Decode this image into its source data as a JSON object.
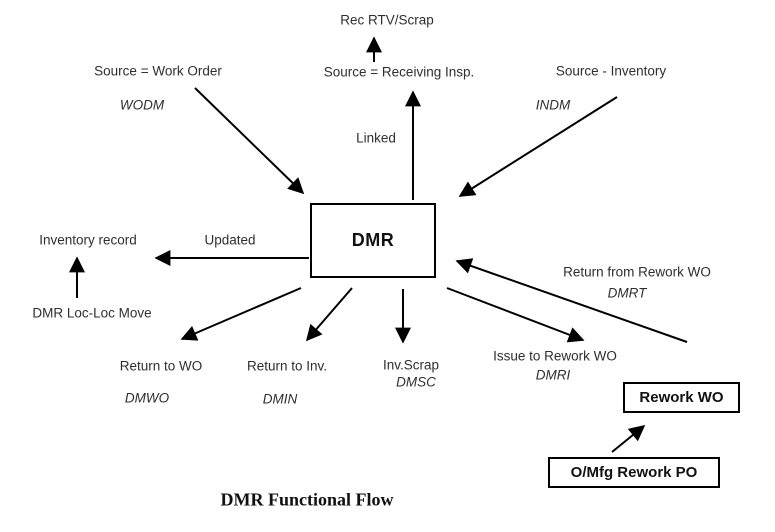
{
  "diagram": {
    "title": "DMR Functional Flow",
    "colors": {
      "ink": "#2f2f2f",
      "line": "#000000",
      "background": "#ffffff"
    },
    "boxes": {
      "dmr": "DMR",
      "rework_wo": "Rework WO",
      "omfg_rework_po": "O/Mfg Rework PO"
    },
    "sources": {
      "work_order": {
        "label": "Source = Work Order",
        "code": "WODM"
      },
      "receiving_insp": {
        "label": "Source = Receiving Insp.",
        "arrow_label": "Linked",
        "output": "Rec RTV/Scrap"
      },
      "inventory": {
        "label": "Source - Inventory",
        "code": "INDM"
      }
    },
    "outputs": {
      "inventory_record": {
        "label": "Inventory record",
        "arrow_label": "Updated",
        "feeder": "DMR Loc-Loc Move"
      },
      "return_to_wo": {
        "label": "Return to WO",
        "code": "DMWO"
      },
      "return_to_inv": {
        "label": "Return to Inv.",
        "code": "DMIN"
      },
      "inv_scrap": {
        "label": "Inv.Scrap",
        "code": "DMSC"
      },
      "issue_to_rework_wo": {
        "label": "Issue to Rework WO",
        "code": "DMRI"
      },
      "return_from_rework_wo": {
        "label": "Return from Rework WO",
        "code": "DMRT"
      }
    }
  }
}
